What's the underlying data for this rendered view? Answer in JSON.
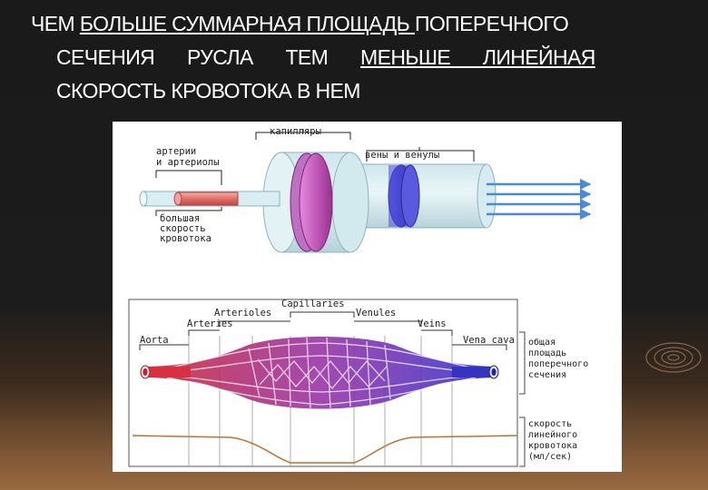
{
  "title": {
    "l1a": "ЧЕМ ",
    "l1u": "БОЛЬШЕ СУММАРНАЯ ПЛОЩАДЬ ",
    "l1b": "ПОПЕРЕЧНОГО",
    "l2a": "СЕЧЕНИЯ РУСЛА ТЕМ ",
    "l2u": "МЕНЬШЕ ЛИНЕЙНАЯ",
    "l3": "СКОРОСТЬ КРОВОТОКА В НЕМ"
  },
  "top_diagram": {
    "capillaries": "капилляры",
    "veins_venules": "вены и венулы",
    "arteries_1": "артерии",
    "arteries_2": "и артериолы",
    "speed_1": "большая",
    "speed_2": "скорость",
    "speed_3": "кровотока"
  },
  "bottom_diagram": {
    "capillaries": "Capillaries",
    "arterioles": "Arterioles",
    "venules": "Venules",
    "arteries": "Arteries",
    "veins": "Veins",
    "aorta": "Aorta",
    "vena_cava": "Vena cava",
    "area_1": "общая",
    "area_2": "площадь",
    "area_3": "поперечного",
    "area_4": "сечения",
    "vel_1": "скорость",
    "vel_2": "линейного",
    "vel_3": "кровотока",
    "vel_4": "(мл/сек)"
  },
  "colors": {
    "background": "#1a1a1a",
    "arterial": "#d03040",
    "capillary": "#9a3aa8",
    "venous": "#3a3ad0",
    "velocity_curve": "#c07030"
  }
}
